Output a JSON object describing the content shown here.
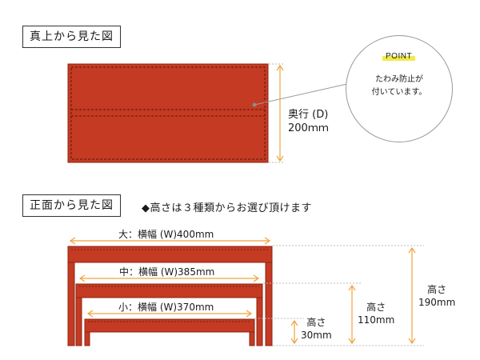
{
  "top_view": {
    "title": "真上から見た図",
    "depth_label": "奥行 (D)",
    "depth_value": "200ｍｍ"
  },
  "point": {
    "tag": "POINT",
    "lines": [
      "たわみ防止が",
      "付いています。"
    ]
  },
  "front_view": {
    "title": "正面から見た図",
    "note": "◆高さは３種類からお選び頂けます",
    "tables": [
      {
        "width_label": "大：横幅 (W)400mm",
        "height_label": [
          "高さ",
          "190mm"
        ]
      },
      {
        "width_label": "中：横幅 (W)385mm",
        "height_label": [
          "高さ",
          "110mm"
        ]
      },
      {
        "width_label": "小：横幅 (W)370mm",
        "height_label": [
          "高さ",
          "30mm"
        ]
      }
    ]
  },
  "colors": {
    "table_fill": "#c43a22",
    "table_edge": "#8d2412",
    "dimension_orange": "#f0a23c",
    "highlight_yellow": "#f2ea4b"
  }
}
